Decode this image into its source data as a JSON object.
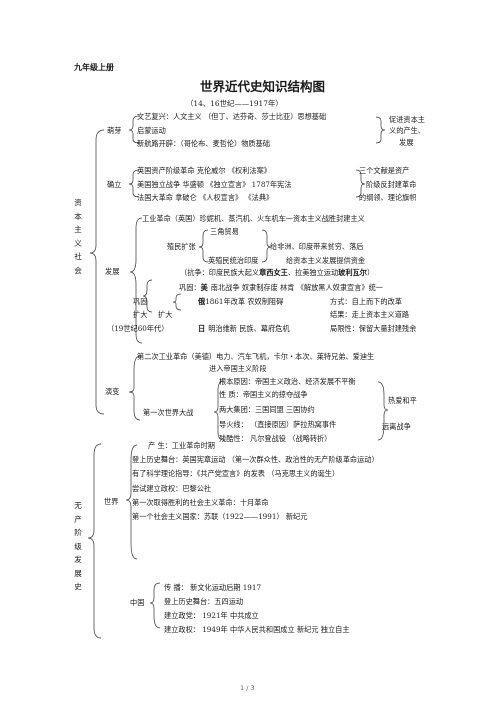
{
  "header": {
    "grade": "九年级上册"
  },
  "title": "世界近代史知识结构图",
  "subtitle": "（14、16世纪——1917年）",
  "capitalism": {
    "vertical_label": "资本主义社会",
    "mengya": {
      "label": "萌芽",
      "line1": "文艺复兴：人文主义 （但丁、达芬奇、莎士比亚）思想基础",
      "line2": "启蒙运动",
      "line3": "新航路开辟：（哥伦布、麦哲伦）物质基础",
      "result1": "促进资本主",
      "result2": "义的产生、",
      "result3": "发展"
    },
    "queli": {
      "label": "确立",
      "line1": "英国资产阶级革命 克伦威尔 《权利法案》",
      "line2": "美国独立战争      华盛顿      《独立宣言》 1787年宪法",
      "line3": "法国大革命        拿破仑      《人权宣言》 《法典》",
      "result1": "三个文献是资产",
      "result2": "阶级反封建革命",
      "result3": "的纲领、理论旗帜"
    },
    "fazhan": {
      "label": "发展",
      "line1": "工业革命（英国）珍妮机、蒸汽机、火车机车一资本主义战胜封建主义",
      "triangle": "三角贸易",
      "expansion": "殖民扩张",
      "colonial_result": "给非洲、印度带来贫穷、落后",
      "india": "英殖民统治印度",
      "capital": "给资本主义发展提供资金",
      "resist_pre": "（抗争：印度民族大起义",
      "queen": "章西女王",
      "resist_mid": "、拉美独立运动",
      "bolivar": "玻利瓦尔",
      "resist_end": "）",
      "gonggu": "巩固",
      "kuoda": "扩大",
      "gonggu_line": "巩固：",
      "us_char": "美",
      "us_line": "南北战争  奴隶制存废  林肯 《解放黑人奴隶宣言》统一",
      "ru_char": "俄",
      "ru_line": "1861年改革  农奴制阻碍",
      "ru_method": "方式：自上而下的改革",
      "expand_lbl": "扩大",
      "result_line": "结果：走上资本主义道路",
      "period": "（19世纪60年代）",
      "jp_char": "日",
      "jp_line": "明治维新  民族、幕府危机",
      "limitation": "局限性：保留大量封建残余"
    },
    "yanbian": {
      "label": "演变",
      "line1": "第二次工业革命（美德）电力、汽车飞机，卡尔・本次、莱特兄弟、爱迪生",
      "line2": "进入帝国主义阶段",
      "root": "根本原因：帝国主义政治、经济发展不平衡",
      "nature": "性        质：帝国主义的掠夺战争",
      "war": "第一次世界大战",
      "blocs": "两大集团：三国同盟    三国协约",
      "fuse": "导火线：     （直接原因）萨拉热窝事件",
      "cruelty": "残酷性：      凡尔登战役  （战略转折）",
      "hope": "热爱和平",
      "oppose": "远离战争"
    }
  },
  "proletariat": {
    "vertical_label": "无产阶级发展史",
    "world": {
      "label": "世界",
      "line1": "产         生：工业革命时期",
      "line2": "登上历史舞台：英国宪章运动 （第一次群众性、政治性的无产阶级革命运动）",
      "line3": "有了科学理论指导：《共产党宣言》的发表  （马克思主义的诞生）",
      "line4": "尝试建立政权：巴黎公社",
      "line5": "第一次取得胜利的社会主义革命：十月革命",
      "line6": "第一个社会主义国家：苏联（1922——1991）  新纪元"
    },
    "china": {
      "label": "中国",
      "line1": "传        播：         新文化运动后期  1917",
      "line2": "登上历史舞台：五四运动",
      "line3": "建立政党：        1921年    中共成立",
      "line4": "建立政权：        1949年    中华人民共和国成立     新纪元   独立自主"
    }
  },
  "footer": {
    "page": "1 / 3"
  }
}
